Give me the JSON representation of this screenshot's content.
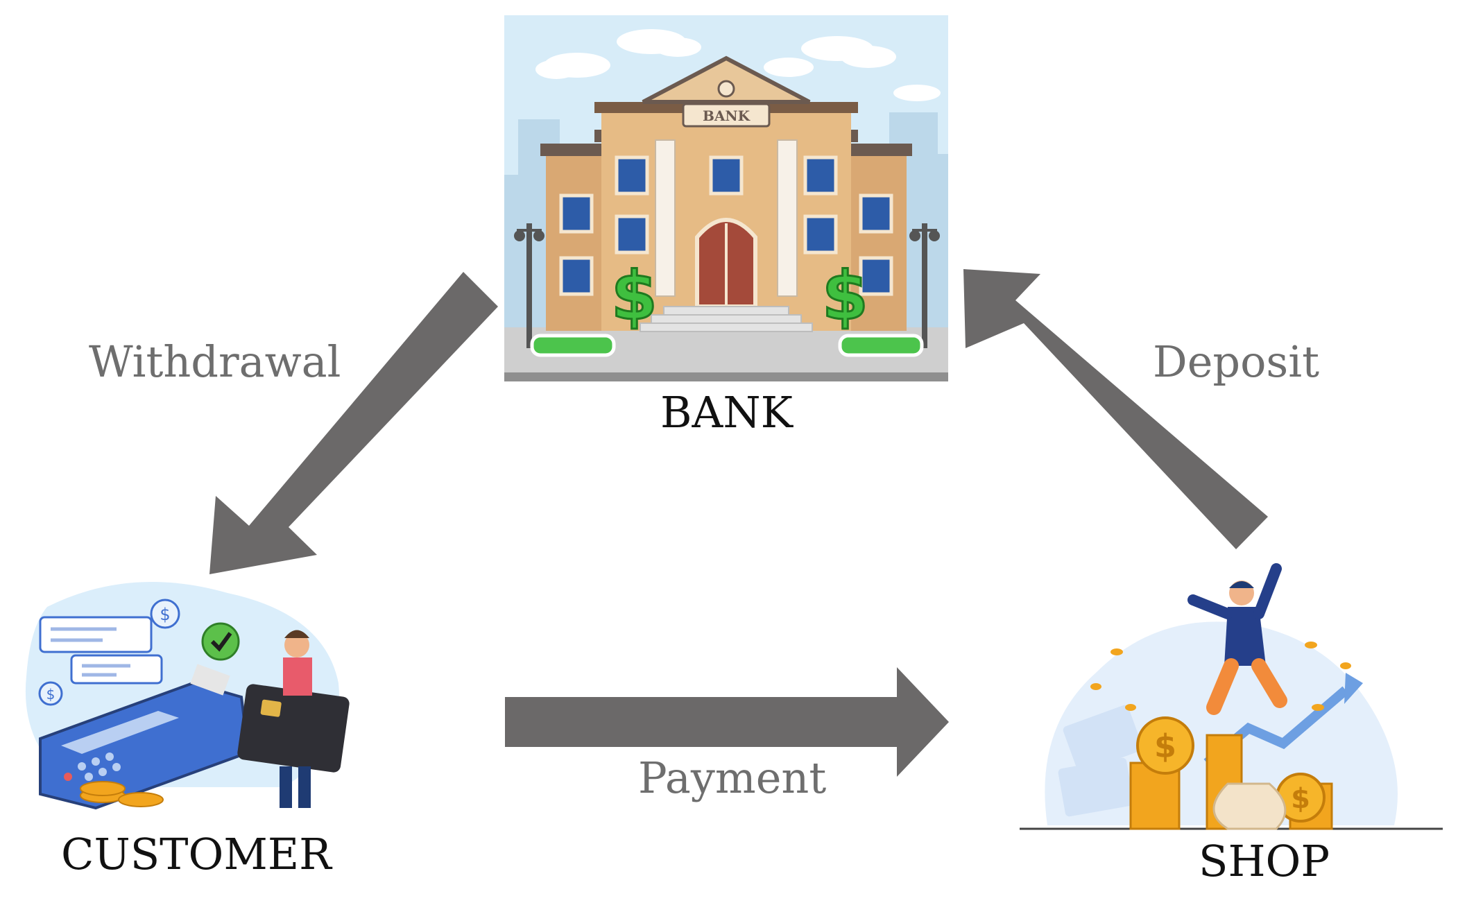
{
  "nodes": {
    "bank": {
      "label": "BANK",
      "sign": "BANK"
    },
    "customer": {
      "label": "CUSTOMER"
    },
    "shop": {
      "label": "SHOP"
    }
  },
  "edges": {
    "withdrawal": {
      "label": "Withdrawal",
      "from": "BANK",
      "to": "CUSTOMER"
    },
    "payment": {
      "label": "Payment",
      "from": "CUSTOMER",
      "to": "SHOP"
    },
    "deposit": {
      "label": "Deposit",
      "from": "SHOP",
      "to": "BANK"
    }
  },
  "colors": {
    "arrow": "#6b6969",
    "edge_label": "#6e6e6e",
    "node_label": "#111111",
    "sky": "#d7ecf8",
    "bank_wall": "#d9a873",
    "dollar_green": "#3fbf3f",
    "coin_gold": "#f2a51e",
    "pos_blue": "#3f6fd0"
  },
  "icons": [
    "bank-building-icon",
    "card-payment-icon",
    "shop-success-icon"
  ]
}
